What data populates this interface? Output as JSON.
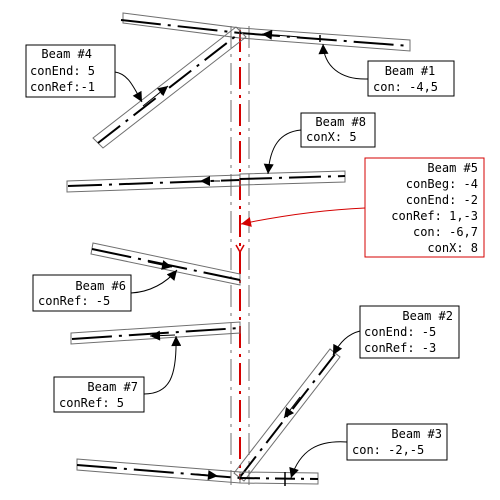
{
  "colors": {
    "line": "#000000",
    "envelope": "#6f6f6f",
    "highlight": "#d40000",
    "background": "#ffffff"
  },
  "callouts": {
    "beam1": {
      "lines": [
        "Beam #1",
        "con: -4,5"
      ]
    },
    "beam2": {
      "lines": [
        "Beam #2",
        "conEnd: -5",
        "conRef: -3"
      ]
    },
    "beam3": {
      "lines": [
        "Beam #3",
        "con: -2,-5"
      ]
    },
    "beam4": {
      "lines": [
        "Beam #4",
        "conEnd: 5",
        "conRef:-1"
      ]
    },
    "beam5": {
      "lines": [
        "Beam #5",
        "conBeg: -4",
        "conEnd: -2",
        "conRef: 1,-3",
        "con: -6,7",
        "conX: 8"
      ]
    },
    "beam6": {
      "lines": [
        "Beam #6",
        "conRef: -5"
      ]
    },
    "beam7": {
      "lines": [
        "Beam #7",
        "conRef: 5"
      ]
    },
    "beam8": {
      "lines": [
        "Beam #8",
        "conX: 5"
      ]
    }
  }
}
